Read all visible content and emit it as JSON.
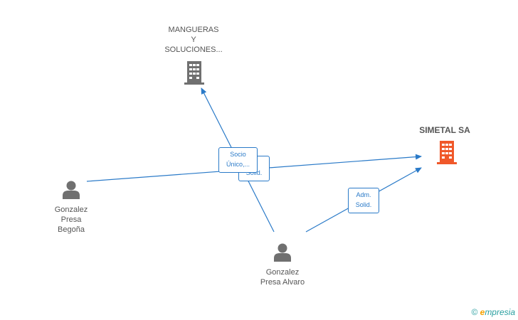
{
  "nodes": {
    "mangueras": {
      "line1": "MANGUERAS",
      "line2": "Y",
      "line3": "SOLUCIONES..."
    },
    "simetal": {
      "name": "SIMETAL SA"
    },
    "begona": {
      "line1": "Gonzalez",
      "line2": "Presa",
      "line3": "Begoña"
    },
    "alvaro": {
      "line1": "Gonzalez",
      "line2": "Presa Alvaro"
    }
  },
  "edges": {
    "socio": {
      "line1": "Socio",
      "line2": "Único,..."
    },
    "adm_hidden": {
      "line1": "...",
      "line2": "Solid."
    },
    "adm": {
      "line1": "Adm.",
      "line2": "Solid."
    }
  },
  "colors": {
    "edge": "#2a7ac8",
    "company": "#707070",
    "main_company": "#f0582a",
    "person": "#707070"
  },
  "footer": {
    "copyright": "©",
    "brand_e": "e",
    "brand_rest": "mpresia"
  }
}
